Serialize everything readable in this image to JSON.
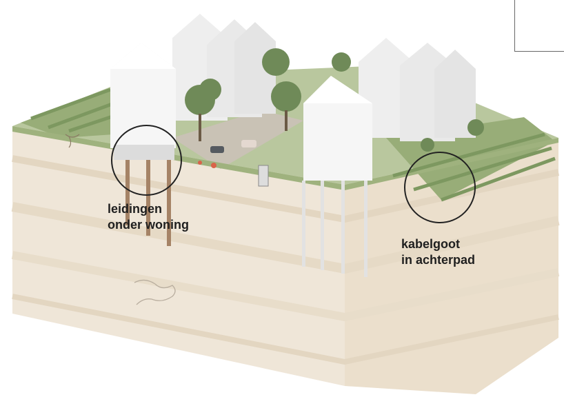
{
  "labels": {
    "pipes_under_house": {
      "line1": "leidingen",
      "line2": "onder woning"
    },
    "cable_trough": {
      "line1": "kabelgoot",
      "line2": "in achterpad"
    }
  },
  "colors": {
    "soil_front": "#efe6d8",
    "soil_side": "#ebdfcc",
    "grass": "#a7b98a",
    "building": "#f6f6f6",
    "tree": "#6f8a58",
    "marker": "#222222"
  }
}
